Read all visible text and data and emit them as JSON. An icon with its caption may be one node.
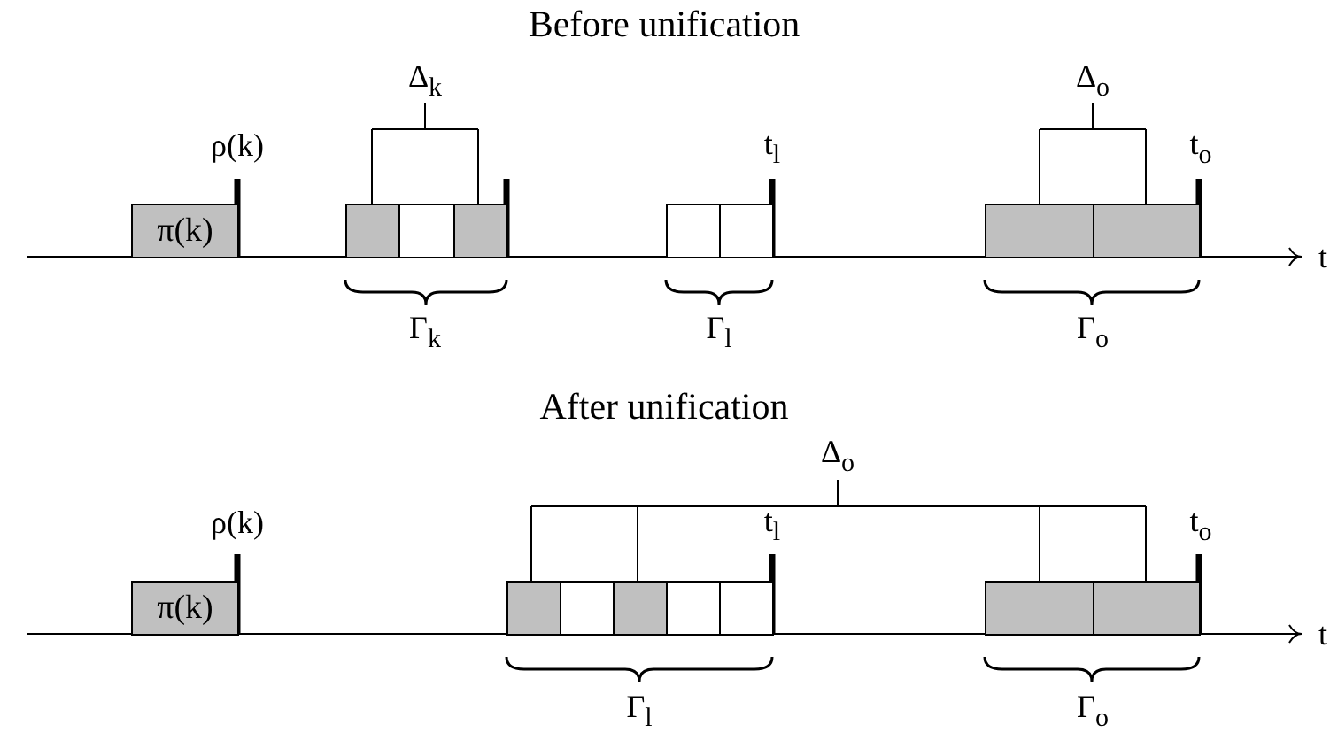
{
  "diagram": {
    "nodes": [
      {
        "text": [
          "π(k)"
        ]
      },
      {
        "text": [],
        "shape": "box"
      },
      {
        "text": [],
        "shape": "box"
      },
      {
        "text": [],
        "shape": "box"
      },
      {
        "text": [],
        "shape": "box"
      },
      {
        "text": [],
        "shape": "box"
      },
      {
        "text": [],
        "shape": "box"
      },
      {
        "text": [],
        "shape": "box"
      },
      {
        "text": [
          "π(k)"
        ]
      },
      {
        "text": [],
        "shape": "box"
      },
      {
        "text": [],
        "shape": "box"
      },
      {
        "text": [],
        "shape": "box"
      },
      {
        "text": [],
        "shape": "box"
      },
      {
        "text": [],
        "shape": "box"
      },
      {
        "text": [],
        "shape": "box"
      },
      {
        "text": [],
        "shape": "box"
      }
    ],
    "labels": [
      "Before unification",
      "Δ$_{k}$",
      "Δ$_{o}$",
      "ρ(k)",
      "t$_{l}$",
      "t$_{o}$",
      "t",
      "Γ$_{k}$",
      "Γ$_{l}$",
      "Γ$_{o}$",
      "After unification",
      "Δ$_{o}$",
      "ρ(k)",
      "t$_{l}$",
      "t$_{o}$",
      "t",
      "Γ$_{l}$",
      "Γ$_{o}$"
    ]
  }
}
